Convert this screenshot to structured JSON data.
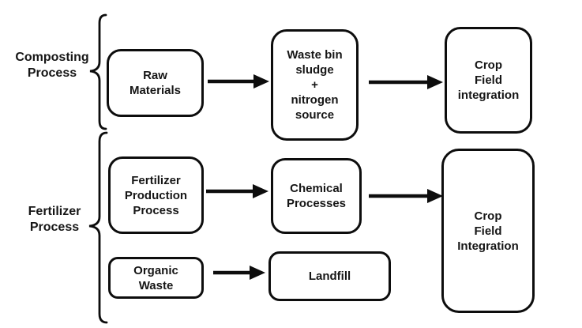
{
  "labels": {
    "composting": {
      "lines": [
        "Composting",
        "Process"
      ]
    },
    "fertilizer": {
      "lines": [
        "Fertilizer",
        "Process"
      ]
    }
  },
  "boxes": {
    "raw_materials": {
      "lines": [
        "Raw",
        "Materials"
      ]
    },
    "waste_bin": {
      "lines": [
        "Waste bin",
        "sludge",
        "+",
        "nitrogen",
        "source"
      ]
    },
    "crop_field_top": {
      "lines": [
        "Crop",
        "Field",
        "integration"
      ]
    },
    "fertilizer_production": {
      "lines": [
        "Fertilizer",
        "Production",
        "Process"
      ]
    },
    "chemical_processes": {
      "lines": [
        "Chemical",
        "Processes"
      ]
    },
    "crop_field_tall": {
      "lines": [
        "Crop",
        "Field",
        "Integration"
      ]
    },
    "organic_waste": {
      "lines": [
        "Organic",
        "Waste"
      ]
    },
    "landfill": {
      "lines": [
        "Landfill"
      ]
    }
  },
  "colors": {
    "stroke": "#0d0d0d",
    "text": "#161616",
    "background": "#ffffff"
  }
}
